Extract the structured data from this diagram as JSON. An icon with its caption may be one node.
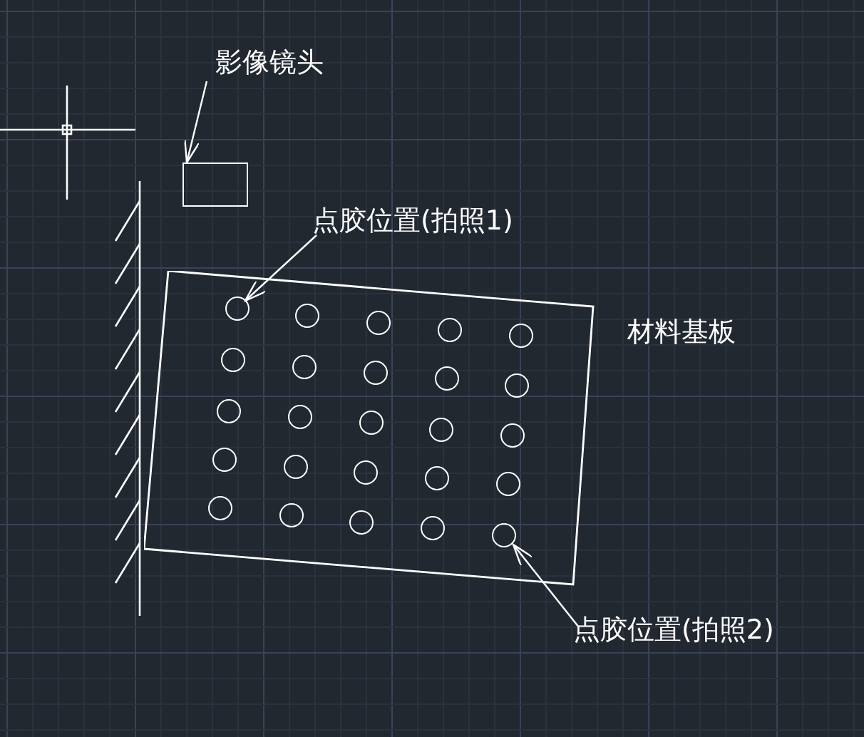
{
  "diagram": {
    "nodes": [
      {
        "text": [
          "影像镜头"
        ]
      },
      {
        "text": [],
        "shape": "box"
      },
      {
        "text": [
          "点胶位置(拍照1)"
        ]
      },
      {
        "text": [
          "材料基板"
        ]
      },
      {
        "text": [],
        "shape": "circle",
        "in": 3
      },
      {
        "text": [],
        "shape": "circle",
        "in": 3
      },
      {
        "text": [],
        "shape": "circle",
        "in": 3
      },
      {
        "text": [],
        "shape": "circle",
        "in": 3
      },
      {
        "text": [],
        "shape": "circle",
        "in": 3
      },
      {
        "text": [],
        "shape": "circle",
        "in": 3
      },
      {
        "text": [],
        "shape": "circle",
        "in": 3
      },
      {
        "text": [],
        "shape": "circle",
        "in": 3
      },
      {
        "text": [],
        "shape": "circle",
        "in": 3
      },
      {
        "text": [],
        "shape": "circle",
        "in": 3
      },
      {
        "text": [],
        "shape": "circle",
        "in": 3
      },
      {
        "text": [],
        "shape": "circle",
        "in": 3
      },
      {
        "text": [],
        "shape": "circle",
        "in": 3
      },
      {
        "text": [],
        "shape": "circle",
        "in": 3
      },
      {
        "text": [],
        "shape": "circle",
        "in": 3
      },
      {
        "text": [],
        "shape": "circle",
        "in": 3
      },
      {
        "text": [],
        "shape": "circle",
        "in": 3
      },
      {
        "text": [],
        "shape": "circle",
        "in": 3
      },
      {
        "text": [],
        "shape": "circle",
        "in": 3
      },
      {
        "text": [],
        "shape": "circle",
        "in": 3
      },
      {
        "text": [],
        "shape": "circle",
        "in": 3
      },
      {
        "text": [],
        "shape": "circle",
        "in": 3
      },
      {
        "text": [],
        "shape": "circle",
        "in": 3
      },
      {
        "text": [],
        "shape": "circle",
        "in": 3
      },
      {
        "text": [],
        "shape": "circle",
        "in": 3
      },
      {
        "text": [
          "点胶位置(拍照2)"
        ]
      }
    ],
    "edges": [
      {
        "from": 0,
        "to": 1,
        "arrow": "to"
      },
      {
        "from": 2,
        "to": 4,
        "arrow": "to"
      },
      {
        "from": 29,
        "to": 28,
        "arrow": "to"
      }
    ]
  }
}
